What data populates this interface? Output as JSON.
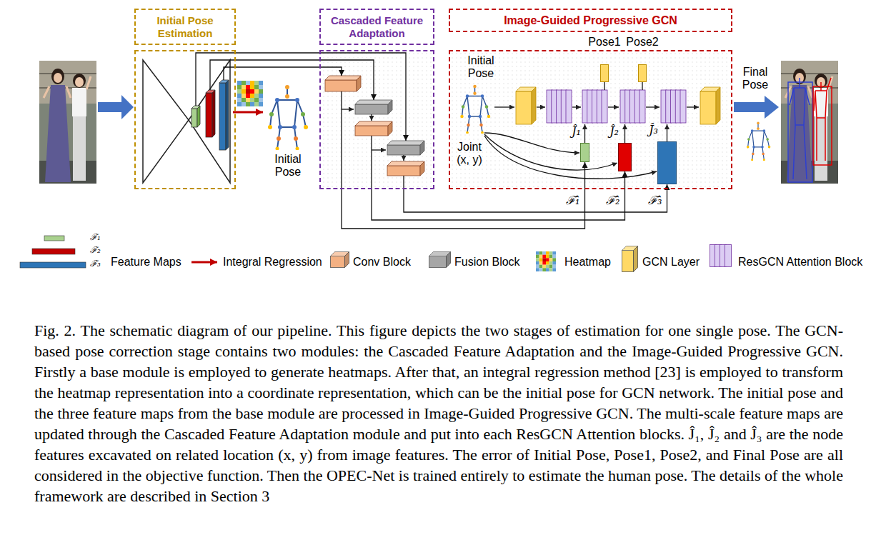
{
  "diagram": {
    "caption": "Fig. 2. The schematic diagram of our pipeline. This figure depicts the two stages of estimation for one single pose. The GCN-based pose correction stage contains two modules: the Cascaded Feature Adaptation and the Image-Guided Progressive GCN. Firstly a base module is employed to generate heatmaps. After that, an integral regression method [23] is employed to transform the heatmap representation into a coordinate representation, which can be the initial pose for GCN network. The initial pose and the three feature maps from the base module are processed in Image-Guided Progressive GCN. The multi-scale feature maps are updated through the Cascaded Feature Adaptation module and put into each ResGCN Attention blocks. Ĵ₁, Ĵ₂ and Ĵ₃ are the node features excavated on related location (x, y) from image features. The error of Initial Pose, Pose1, Pose2, and Final Pose are all considered in the objective function. Then the OPEC-Net is trained entirely to estimate the human pose. The details of the whole framework are described in Section 3",
    "nodes": [
      {
        "text": [
          "Initial Pose Estimation"
        ]
      },
      {
        "text": [
          "Cascaded Feature Adaptation"
        ]
      },
      {
        "text": [
          "Image-Guided Progressive GCN"
        ]
      },
      {
        "text": [
          "Pose1"
        ],
        "in": 2
      },
      {
        "text": [
          "Pose2"
        ],
        "in": 2
      },
      {
        "text": [
          "Ĵ₁"
        ],
        "in": 2
      },
      {
        "text": [
          "Ĵ₂"
        ],
        "in": 2
      },
      {
        "text": [
          "Ĵ₃"
        ],
        "in": 2
      }
    ],
    "edges": [
      {
        "from": 0,
        "to": 1,
        "arrow": "to"
      },
      {
        "from": 0,
        "to": 1,
        "arrow": "to"
      },
      {
        "from": 0,
        "to": 1,
        "arrow": "to"
      },
      {
        "from": 1,
        "to": 5,
        "label": "ℱ̂₁",
        "arrow": "to"
      },
      {
        "from": 1,
        "to": 6,
        "label": "ℱ̂₂",
        "arrow": "to"
      },
      {
        "from": 1,
        "to": 7,
        "label": "ℱ̂₃",
        "arrow": "to"
      }
    ],
    "labels": [
      "Initial Pose",
      "Initial Pose",
      "Joint (x, y)",
      "Final Pose",
      "ℱ₁",
      "ℱ₂",
      "ℱ₃"
    ],
    "legend": [
      {
        "text": "Feature Maps"
      },
      {
        "text": "Integral Regression"
      },
      {
        "text": "Conv Block",
        "color": "#f4b183"
      },
      {
        "text": "Fusion Block",
        "color": "#a6a6a6"
      },
      {
        "text": "Heatmap"
      },
      {
        "text": "GCN Layer",
        "color": "#ffd966"
      },
      {
        "text": "ResGCN Attention Block",
        "color": "#dccdf3"
      }
    ]
  }
}
